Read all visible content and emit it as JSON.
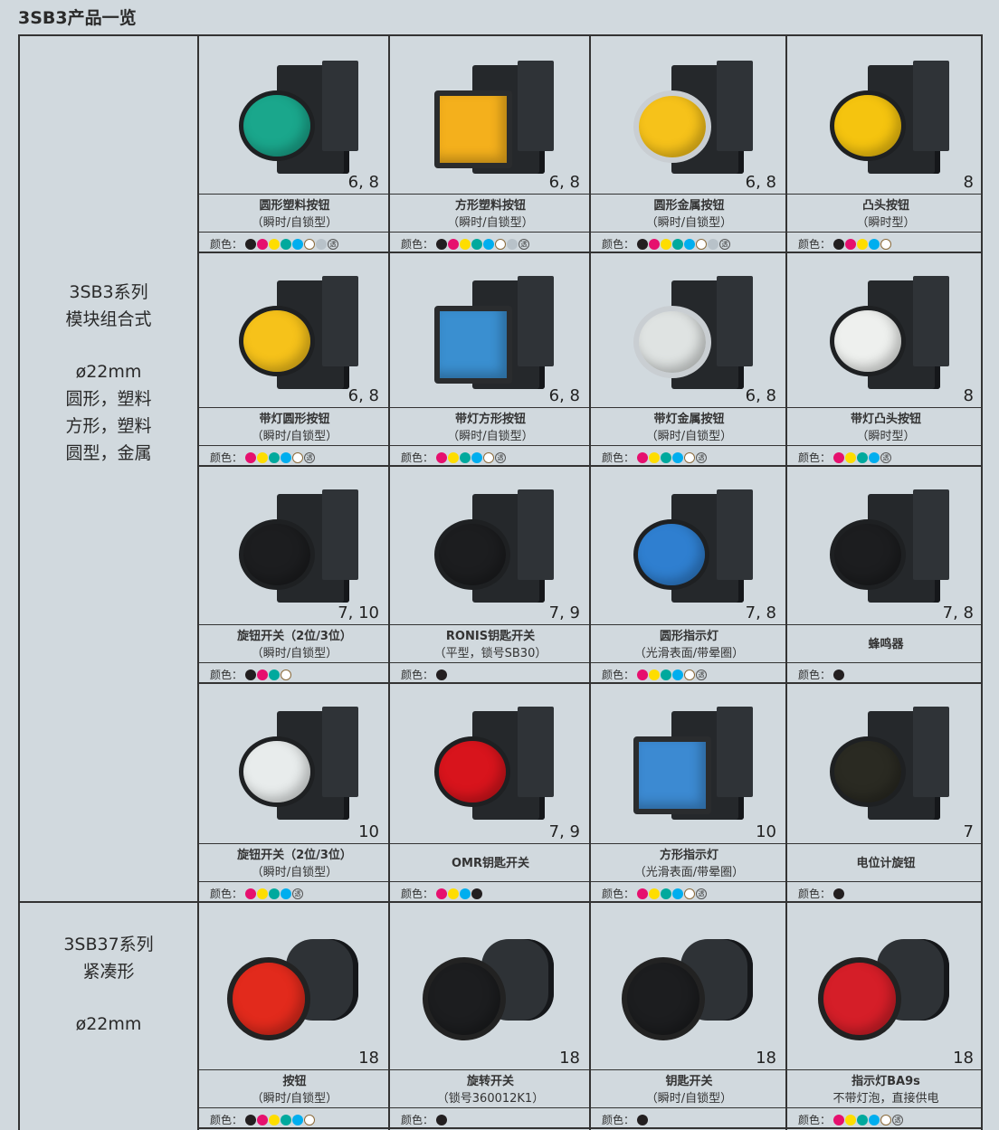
{
  "title": "3SB3产品一览",
  "color_label": "颜色：",
  "transparent_symbol": "透",
  "palette": {
    "black": "#231f20",
    "magenta": "#e6106e",
    "yellow": "#fedd00",
    "teal": "#00a99d",
    "blue": "#00aeef",
    "white": "#ffffff",
    "gray": "#b8c2c9"
  },
  "groups": [
    {
      "lines": [
        "3SB3系列",
        "模块组合式",
        "",
        "ø22mm",
        "圆形，塑料",
        "方形，塑料",
        "圆型，金属"
      ]
    },
    {
      "lines": [
        "3SB37系列",
        "紧凑形",
        "",
        "ø22mm"
      ]
    }
  ],
  "rows": [
    [
      {
        "name": "圆形塑料按钮",
        "sub": "（瞬时/自锁型）",
        "page": "6, 8",
        "colors": [
          "black",
          "magenta",
          "yellow",
          "teal",
          "blue",
          "white",
          "gray"
        ],
        "transparent": true,
        "cap": "#1aa78c",
        "shape": "round"
      },
      {
        "name": "方形塑料按钮",
        "sub": "（瞬时/自锁型）",
        "page": "6, 8",
        "colors": [
          "black",
          "magenta",
          "yellow",
          "teal",
          "blue",
          "white",
          "gray"
        ],
        "transparent": true,
        "cap": "#f4b01c",
        "shape": "square"
      },
      {
        "name": "圆形金属按钮",
        "sub": "（瞬时/自锁型）",
        "page": "6, 8",
        "colors": [
          "black",
          "magenta",
          "yellow",
          "teal",
          "blue",
          "white",
          "gray"
        ],
        "transparent": true,
        "cap": "#f6c21a",
        "shape": "metal"
      },
      {
        "name": "凸头按钮",
        "sub": "（瞬时型）",
        "page": "8",
        "colors": [
          "black",
          "magenta",
          "yellow",
          "blue",
          "white"
        ],
        "transparent": false,
        "cap": "#f5c40f",
        "shape": "round"
      }
    ],
    [
      {
        "name": "带灯圆形按钮",
        "sub": "（瞬时/自锁型）",
        "page": "6, 8",
        "colors": [
          "magenta",
          "yellow",
          "teal",
          "blue",
          "white"
        ],
        "transparent": true,
        "cap": "#f6c21a",
        "shape": "round"
      },
      {
        "name": "带灯方形按钮",
        "sub": "（瞬时/自锁型）",
        "page": "6, 8",
        "colors": [
          "magenta",
          "yellow",
          "teal",
          "blue",
          "white"
        ],
        "transparent": true,
        "cap": "#3a8fd0",
        "shape": "square"
      },
      {
        "name": "带灯金属按钮",
        "sub": "（瞬时/自锁型）",
        "page": "6, 8",
        "colors": [
          "magenta",
          "yellow",
          "teal",
          "blue",
          "white"
        ],
        "transparent": true,
        "cap": "#dfe3e2",
        "shape": "metal"
      },
      {
        "name": "带灯凸头按钮",
        "sub": "（瞬时型）",
        "page": "8",
        "colors": [
          "magenta",
          "yellow",
          "teal",
          "blue"
        ],
        "transparent": true,
        "cap": "#eef0ee",
        "shape": "round"
      }
    ],
    [
      {
        "name": "旋钮开关（2位/3位）",
        "sub": "（瞬时/自锁型）",
        "page": "7, 10",
        "colors": [
          "black",
          "magenta",
          "teal",
          "white"
        ],
        "transparent": false,
        "cap": "#1c1d1f",
        "shape": "round"
      },
      {
        "name": "RONIS钥匙开关",
        "sub": "（平型，锁号SB30）",
        "page": "7, 9",
        "colors": [
          "black"
        ],
        "transparent": false,
        "cap": "#1c1d1f",
        "shape": "round"
      },
      {
        "name": "圆形指示灯",
        "sub": "（光滑表面/带晕圈）",
        "page": "7, 8",
        "colors": [
          "magenta",
          "yellow",
          "teal",
          "blue",
          "white"
        ],
        "transparent": true,
        "cap": "#2f7fd0",
        "shape": "round"
      },
      {
        "name": "蜂鸣器",
        "sub": "",
        "page": "7, 8",
        "colors": [
          "black"
        ],
        "transparent": false,
        "cap": "#1c1d1f",
        "shape": "round"
      }
    ],
    [
      {
        "name": "旋钮开关（2位/3位）",
        "sub": "（瞬时/自锁型）",
        "page": "10",
        "colors": [
          "magenta",
          "yellow",
          "teal",
          "blue"
        ],
        "transparent": true,
        "cap": "#e8ecec",
        "shape": "round"
      },
      {
        "name": "OMR钥匙开关",
        "sub": "",
        "page": "7, 9",
        "colors": [
          "magenta",
          "yellow",
          "blue",
          "black"
        ],
        "transparent": false,
        "cap": "#d8141c",
        "shape": "round"
      },
      {
        "name": "方形指示灯",
        "sub": "（光滑表面/带晕圈）",
        "page": "10",
        "colors": [
          "magenta",
          "yellow",
          "teal",
          "blue",
          "white"
        ],
        "transparent": true,
        "cap": "#3c8ad2",
        "shape": "square"
      },
      {
        "name": "电位计旋钮",
        "sub": "",
        "page": "7",
        "colors": [
          "black"
        ],
        "transparent": false,
        "cap": "#2a2a22",
        "shape": "round"
      }
    ],
    [
      {
        "name": "按钮",
        "sub": "（瞬时/自锁型）",
        "page": "18",
        "colors": [
          "black",
          "magenta",
          "yellow",
          "teal",
          "blue",
          "white"
        ],
        "transparent": false,
        "cap": "#e22a1c",
        "shape": "compact"
      },
      {
        "name": "旋转开关",
        "sub": "（锁号360012K1）",
        "page": "18",
        "colors": [
          "black"
        ],
        "transparent": false,
        "cap": "#1c1d1f",
        "shape": "compact"
      },
      {
        "name": "钥匙开关",
        "sub": "（瞬时/自锁型）",
        "page": "18",
        "colors": [
          "black"
        ],
        "transparent": false,
        "cap": "#1c1d1f",
        "shape": "compact"
      },
      {
        "name": "指示灯BA9s",
        "sub": "不带灯泡，直接供电",
        "page": "18",
        "colors": [
          "magenta",
          "yellow",
          "teal",
          "blue",
          "white"
        ],
        "transparent": true,
        "cap": "#d51e28",
        "shape": "compact"
      }
    ]
  ]
}
